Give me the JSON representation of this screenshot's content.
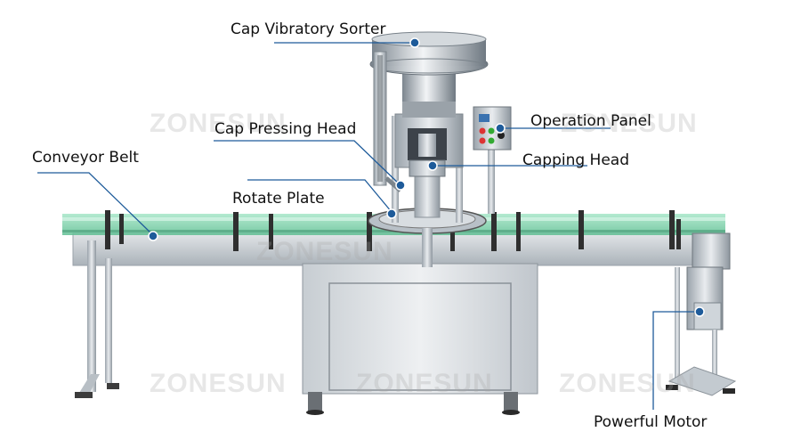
{
  "labels": {
    "cap_vibratory_sorter": "Cap Vibratory Sorter",
    "operation_panel": "Operation Panel",
    "cap_pressing_head": "Cap Pressing Head",
    "conveyor_belt": "Conveyor Belt",
    "capping_head": "Capping Head",
    "rotate_plate": "Rotate Plate",
    "powerful_motor": "Powerful Motor"
  },
  "watermark": "ZONESUN",
  "colors": {
    "leader_line": "#1e5b9a",
    "conveyor_green": "#7fd4b0",
    "steel": "#c9cfd4"
  }
}
